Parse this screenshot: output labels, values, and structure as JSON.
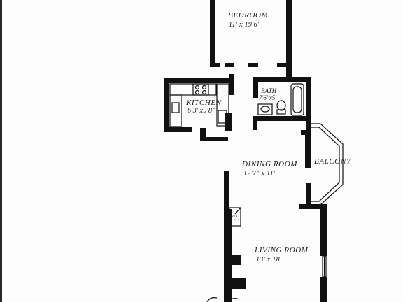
{
  "rooms": {
    "bedroom": {
      "name": "BEDROOM",
      "dims": "11' x 19'6\""
    },
    "bath": {
      "name": "BATH",
      "dims": "7'6\"x5'"
    },
    "kitchen": {
      "name": "KITCHEN",
      "dims": "6'3\"x9'8\""
    },
    "dining": {
      "name": "DINING ROOM",
      "dims": "12'7\" x 11'"
    },
    "balcony": {
      "name": "BALCONY"
    },
    "closet": {
      "name": "CL."
    },
    "living": {
      "name": "LIVING ROOM",
      "dims": "13' x 18'"
    }
  },
  "colors": {
    "ink": "#111111",
    "paper": "#fdfdfd"
  }
}
